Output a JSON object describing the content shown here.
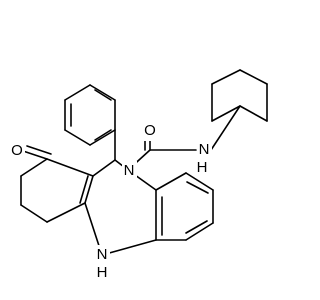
{
  "molecule": {
    "atoms": {
      "oxygen_ketone": "O",
      "oxygen_amide": "O",
      "nitrogen_amide": "N",
      "hydrogen_amide": "H",
      "nitrogen_ring": "N",
      "nitrogen_amine": "N",
      "hydrogen_amine": "H"
    },
    "colors": {
      "oxygen": "#ff0000",
      "nitrogen": "#0000ff",
      "hydrogen": "#0000ff",
      "bond": "#000000"
    }
  }
}
